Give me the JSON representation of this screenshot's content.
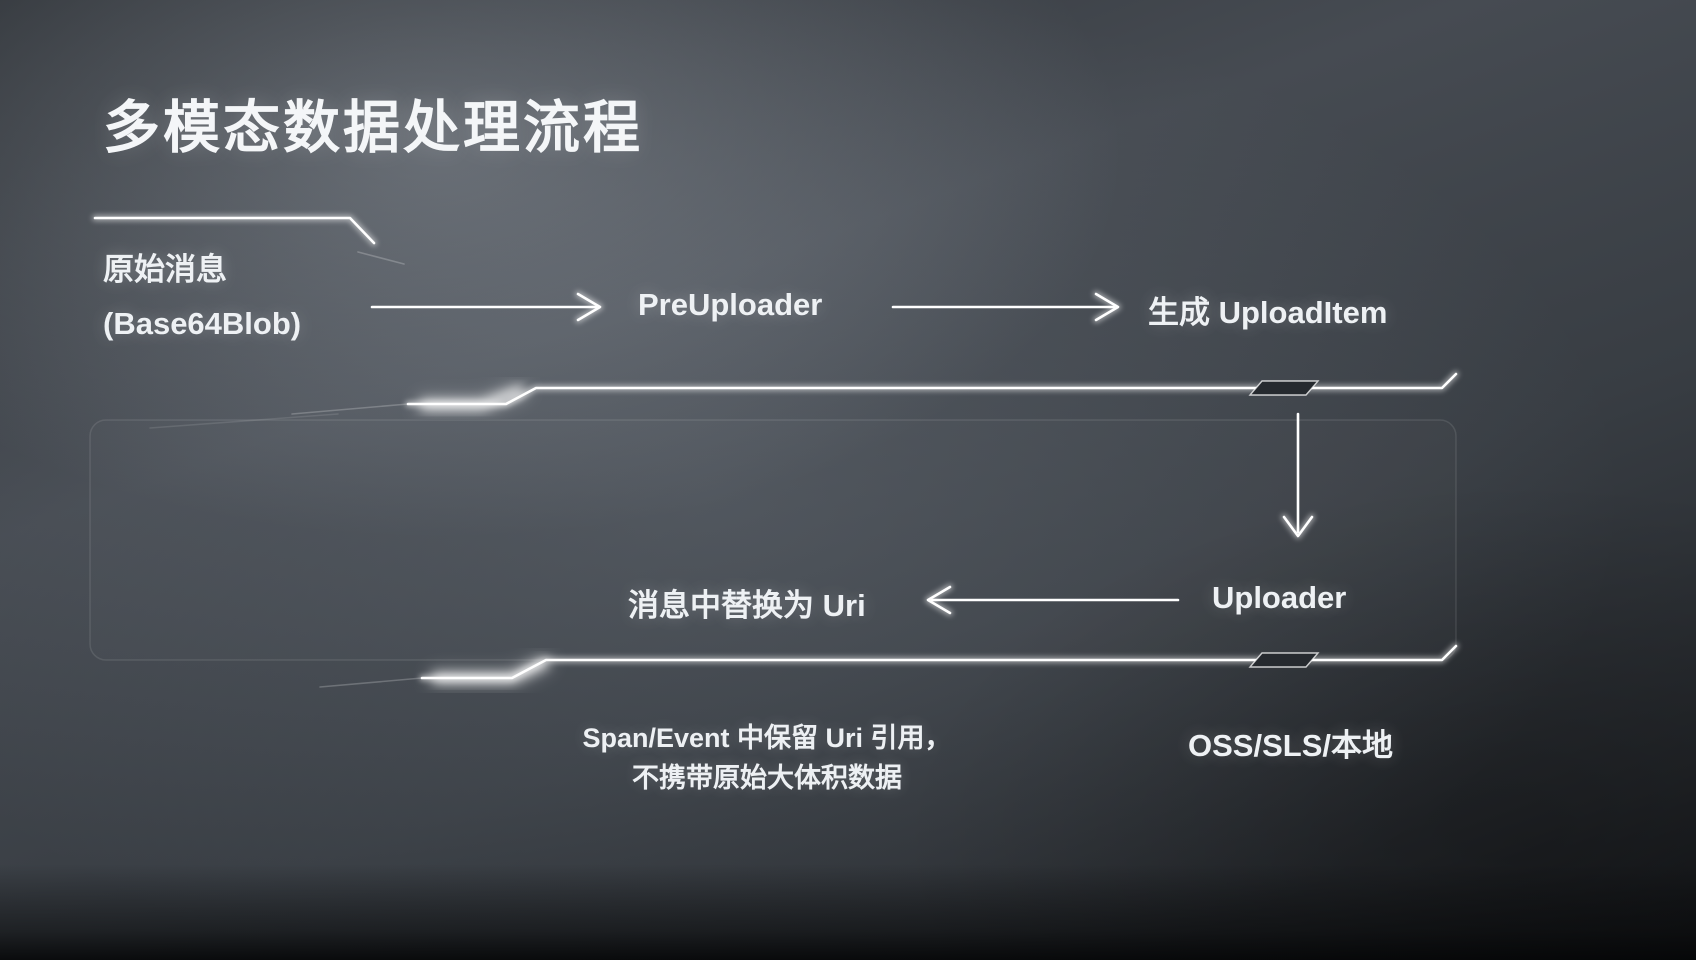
{
  "slide": {
    "title": "多模态数据处理流程"
  },
  "nodes": {
    "source": {
      "line1": "原始消息",
      "line2": "(Base64Blob)"
    },
    "preuploader": {
      "label": "PreUploader"
    },
    "upload_item": {
      "label": "生成 UploadItem"
    },
    "uploader": {
      "label": "Uploader"
    },
    "replace_uri": {
      "label": "消息中替换为 Uri"
    },
    "storage": {
      "label": "OSS/SLS/本地"
    },
    "note": {
      "line1": "Span/Event 中保留 Uri 引用，",
      "line2": "不携带原始大体积数据"
    }
  },
  "colors": {
    "background_base": "#3a3f45",
    "background_vignette": "#15171a",
    "text": "#f3f5f7",
    "glow_line": "#ffffff"
  }
}
